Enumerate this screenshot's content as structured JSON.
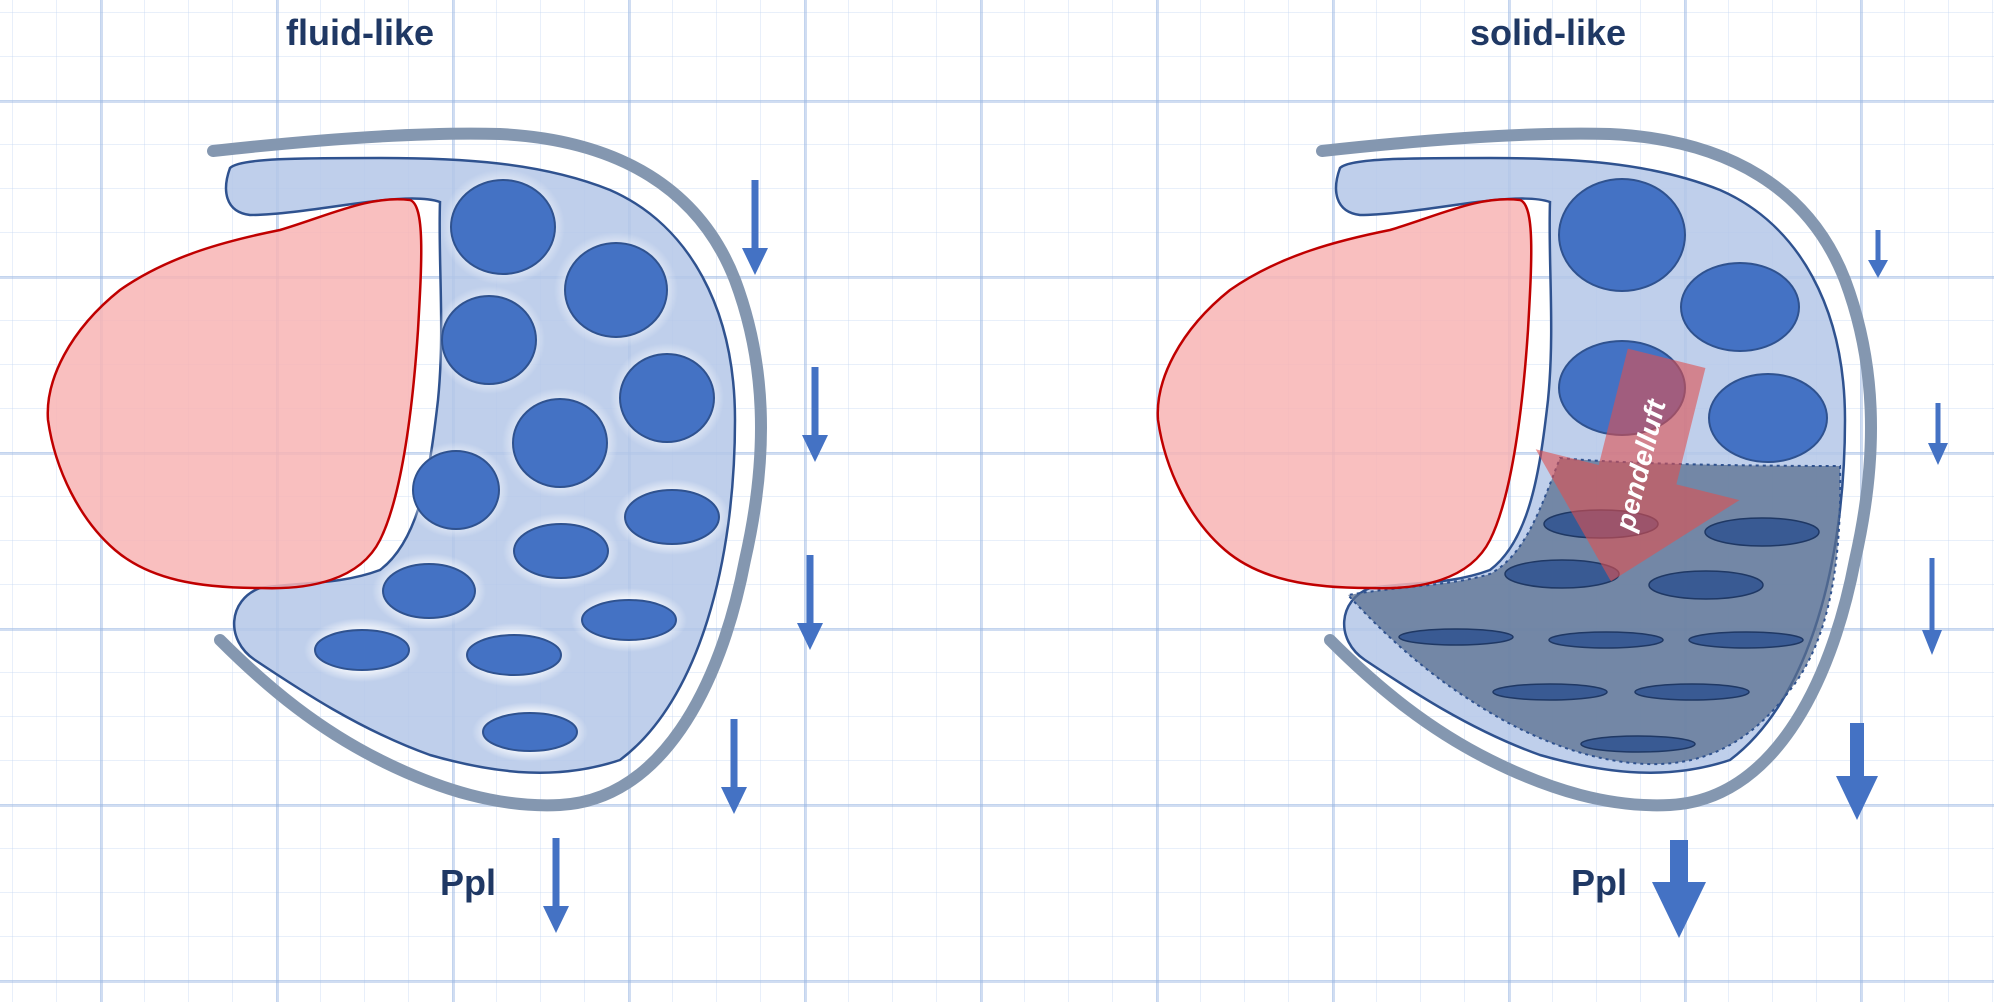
{
  "panels": [
    {
      "title": "fluid-like",
      "pressure_label": "Ppl",
      "arrow_style": "thin"
    },
    {
      "title": "solid-like",
      "pressure_label": "Ppl",
      "arrow_style": "graded",
      "dependent_region_label": "pendelluft"
    }
  ],
  "colors": {
    "alveolus_fill": "#4472c4",
    "lung_fill": "#b4c7e7",
    "lung_outline": "#2f528f",
    "chest_wall": "#8497b0",
    "heart_fill": "#f8b4b4",
    "heart_outline": "#c00000",
    "arrow": "#4472c4",
    "pendelluft_arrow": "#e05050",
    "dependent_region": "#5a6f8f",
    "text": "#1f3864"
  }
}
